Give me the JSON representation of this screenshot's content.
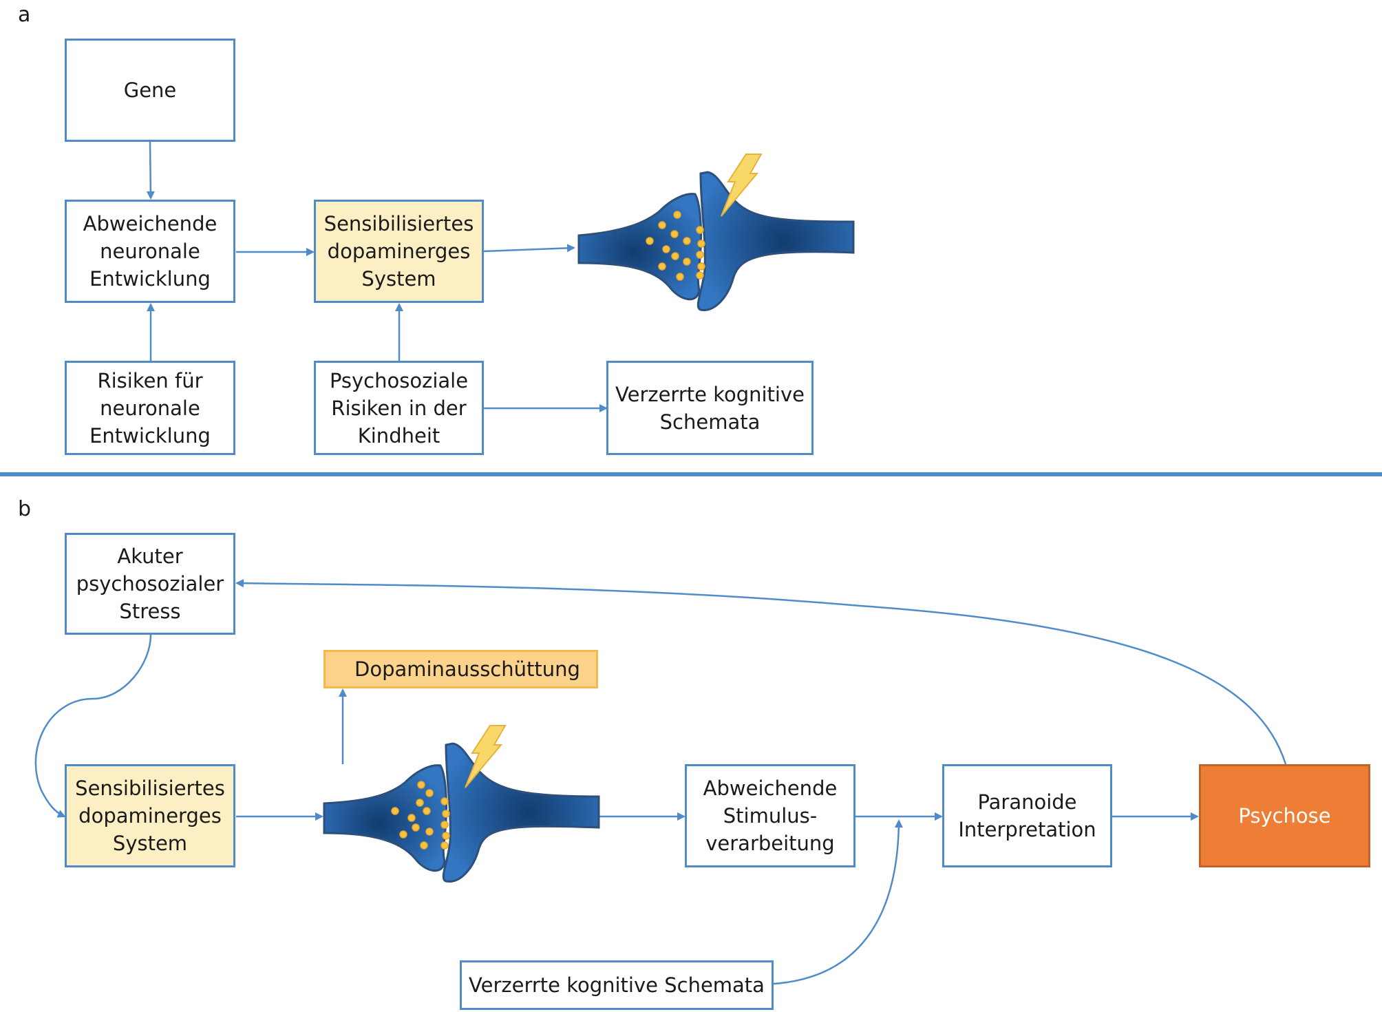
{
  "panel_a": {
    "label": "a",
    "gene": "Gene",
    "abw_entwicklung": "Abweichende\nneuronale\nEntwicklung",
    "sens_system": "Sensibilisiertes\ndopaminerges\nSystem",
    "risiken": "Risiken für\nneuronale\nEntwicklung",
    "psychosoziale": "Psychosoziale\nRisiken in der\nKindheit",
    "verzerrte": "Verzerrte kognitive\nSchemata"
  },
  "panel_b": {
    "label": "b",
    "akuter_stress": "Akuter\npsychosozialer\nStress",
    "dopamin": "Dopaminausschüttung",
    "sens_system": "Sensibilisiertes\ndopaminerges\nSystem",
    "abw_stimulus": "Abweichende\nStimulus-\nverarbeitung",
    "paranoide": "Paranoide\nInterpretation",
    "psychose": "Psychose",
    "verzerrte": "Verzerrte kognitive Schemata"
  },
  "colors": {
    "line": "#4f8bc9",
    "divider": "#4f8bc9",
    "box_yellow": "#fdefc4",
    "box_orange_light": "#fbd38a",
    "box_orange": "#ee7d35",
    "neuron": "#2f6fb8",
    "vesicle": "#f6c445",
    "lightning": "#f9d86a"
  },
  "icons": {
    "synapse": "synapse-icon",
    "lightning": "lightning-icon"
  }
}
